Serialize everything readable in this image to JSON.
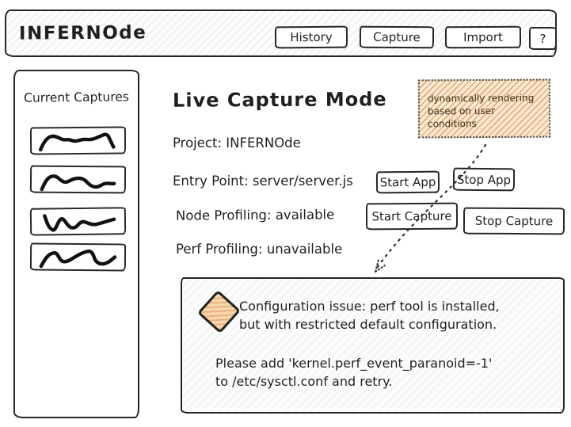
{
  "header": {
    "title": "INFERNOde",
    "history_button": "History",
    "capture_button": "Capture",
    "import_button": "Import",
    "help_button": "?"
  },
  "sidebar": {
    "title": "Current Captures",
    "capture_count": 4
  },
  "main": {
    "heading": "Live Capture Mode",
    "project_line": "Project: INFERNOde",
    "entry_point_line": "Entry Point: server/server.js",
    "node_profiling_line": "Node Profiling: available",
    "perf_profiling_line": "Perf Profiling: unavailable",
    "start_app_button": "Start App",
    "stop_app_button": "Stop App",
    "start_capture_button": "Start Capture",
    "stop_capture_button": "Stop Capture"
  },
  "annotation": {
    "lines": [
      "dynamically rendering",
      "based on user conditions"
    ]
  },
  "warning": {
    "icon": "diamond-icon",
    "lines": [
      "Configuration issue: perf tool is installed,",
      "but with restricted default configuration.",
      "Please add 'kernel.perf_event_paranoid=-1'",
      "to /etc/sysctl.conf and retry."
    ]
  },
  "colors": {
    "ink": "#1f1f1f",
    "hatch_gray": "#dcdcdc",
    "accent_orange": "#e5ab76",
    "annotation_bg": "#f9ead5",
    "annotation_border": "#4a4a4a",
    "diamond_fill": "#f6d6ab"
  }
}
